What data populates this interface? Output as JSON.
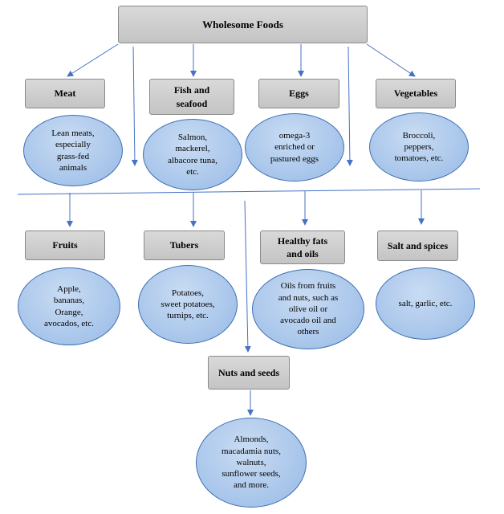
{
  "title": "Wholesome Foods",
  "categories": [
    {
      "key": "meat",
      "label": "Meat",
      "desc": "Lean meats,\nespecially\ngrass-fed\nanimals"
    },
    {
      "key": "fish",
      "label": "Fish and\nseafood",
      "desc": "Salmon,\nmackerel,\nalbacore tuna,\netc."
    },
    {
      "key": "eggs",
      "label": "Eggs",
      "desc": "omega-3\nenriched or\npastured eggs"
    },
    {
      "key": "vegetables",
      "label": "Vegetables",
      "desc": "Broccoli,\npeppers,\ntomatoes, etc."
    },
    {
      "key": "fruits",
      "label": "Fruits",
      "desc": "Apple,\nbananas,\nOrange,\navocados, etc."
    },
    {
      "key": "tubers",
      "label": "Tubers",
      "desc": "Potatoes,\nsweet potatoes,\nturnips, etc."
    },
    {
      "key": "healthy-fats",
      "label": "Healthy fats\nand oils",
      "desc": "Oils from fruits\nand nuts, such as\nolive oil or\navocado oil and\nothers"
    },
    {
      "key": "salt-spices",
      "label": "Salt and spices",
      "desc": "salt, garlic, etc."
    },
    {
      "key": "nuts-seeds",
      "label": "Nuts and seeds",
      "desc": "Almonds,\nmacadamia nuts,\nwalnuts,\nsunflower seeds,\nand more."
    }
  ],
  "colors": {
    "box": "#c8c8c8",
    "ellipse": "#a6c4ea",
    "line": "#4472c4"
  }
}
